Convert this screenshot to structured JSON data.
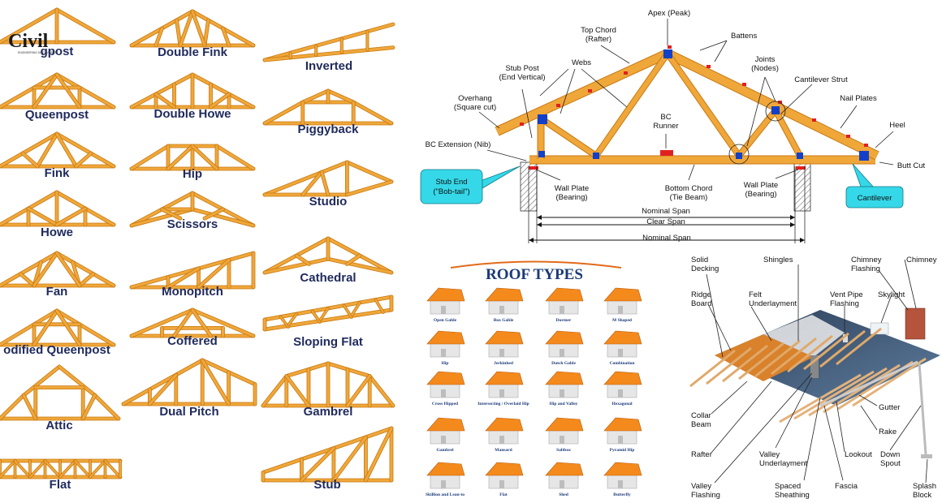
{
  "logo": {
    "text_big": "Civil",
    "text_small": "ENGINEERING DISCOVERIES"
  },
  "trusses": [
    {
      "key": "kingpost",
      "label": "Kingpost",
      "visible": "gpost"
    },
    {
      "key": "queenpost",
      "label": "Queenpost"
    },
    {
      "key": "fink",
      "label": "Fink"
    },
    {
      "key": "howe",
      "label": "Howe"
    },
    {
      "key": "fan",
      "label": "Fan"
    },
    {
      "key": "modified_queenpost",
      "label": "Modified Queenpost",
      "visible": "odified Queenpost"
    },
    {
      "key": "attic",
      "label": "Attic"
    },
    {
      "key": "flat",
      "label": "Flat"
    },
    {
      "key": "double_fink",
      "label": "Double Fink"
    },
    {
      "key": "double_howe",
      "label": "Double Howe"
    },
    {
      "key": "hip",
      "label": "Hip"
    },
    {
      "key": "scissors",
      "label": "Scissors"
    },
    {
      "key": "monopitch",
      "label": "Monopitch"
    },
    {
      "key": "coffered",
      "label": "Coffered"
    },
    {
      "key": "dual_pitch",
      "label": "Dual Pitch"
    },
    {
      "key": "inverted",
      "label": "Inverted"
    },
    {
      "key": "piggyback",
      "label": "Piggyback"
    },
    {
      "key": "studio",
      "label": "Studio"
    },
    {
      "key": "cathedral",
      "label": "Cathedral"
    },
    {
      "key": "sloping_flat",
      "label": "Sloping Flat"
    },
    {
      "key": "gambrel",
      "label": "Gambrel"
    },
    {
      "key": "stub",
      "label": "Stub"
    }
  ],
  "anatomy": {
    "apex": "Apex (Peak)",
    "top_chord": [
      "Top Chord",
      "(Rafter)"
    ],
    "battens": "Battens",
    "webs": "Webs",
    "stub_post": [
      "Stub Post",
      "(End Vertical)"
    ],
    "joints": [
      "Joints",
      "(Nodes)"
    ],
    "cantilever_strut": "Cantilever Strut",
    "overhang": [
      "Overhang",
      "(Square cut)"
    ],
    "nail_plates": "Nail Plates",
    "bc_runner": [
      "BC",
      "Runner"
    ],
    "heel": "Heel",
    "bc_extension": "BC Extension (Nib)",
    "butt_cut": "Butt Cut",
    "stub_end": [
      "Stub End",
      "(\"Bob-tail\")"
    ],
    "wall_plate_left": [
      "Wall Plate",
      "(Bearing)"
    ],
    "bottom_chord": [
      "Bottom Chord",
      "(Tie Beam)"
    ],
    "wall_plate_right": [
      "Wall Plate",
      "(Bearing)"
    ],
    "cantilever": "Cantilever",
    "nominal_span_top": "Nominal Span",
    "clear_span": "Clear Span",
    "nominal_span_bottom": "Nominal Span"
  },
  "roof_types": {
    "title": "ROOF TYPES",
    "items": [
      "Open Gable",
      "Box Gable",
      "Dormer",
      "M Shaped",
      "Hip",
      "Jerkinhed",
      "Dutch Gable",
      "Combination",
      "Cross Hipped",
      "Intersecting / Overlaid Hip",
      "Hip and Valley",
      "Hexagonal",
      "Gambrel",
      "Mansard",
      "Saltbox",
      "Pyramid Hip",
      "Skillion and Lean-to",
      "Flat",
      "Shed",
      "Butterfly"
    ]
  },
  "roof_parts": {
    "solid_decking": [
      "Solid",
      "Decking"
    ],
    "shingles": "Shingles",
    "chimney_flashing": [
      "Chimney",
      "Flashing"
    ],
    "chimney": "Chimney",
    "ridge_board": [
      "Ridge",
      "Board"
    ],
    "felt_underlayment": [
      "Felt",
      "Underlayment"
    ],
    "vent_pipe_flashing": [
      "Vent Pipe",
      "Flashing"
    ],
    "skylight": "Skylight",
    "collar_beam": [
      "Collar",
      "Beam"
    ],
    "gutter": "Gutter",
    "rake": "Rake",
    "rafter": "Rafter",
    "valley_underlayment": [
      "Valley",
      "Underlayment"
    ],
    "lookout": "Lookout",
    "down_spout": [
      "Down",
      "Spout"
    ],
    "valley_flashing": [
      "Valley",
      "Flashing"
    ],
    "spaced_sheathing": [
      "Spaced",
      "Sheathing"
    ],
    "fascia": "Fascia",
    "splash_block": [
      "Splash",
      "Block"
    ]
  },
  "colors": {
    "timber": "#f0a73a",
    "timber_edge": "#c77a12",
    "title": "#1f2a5c",
    "roof_orange": "#f48a1c",
    "house_grey": "#e6e6e6",
    "callout_cyan": "#35d8e8",
    "plate_blue": "#1340c8"
  }
}
